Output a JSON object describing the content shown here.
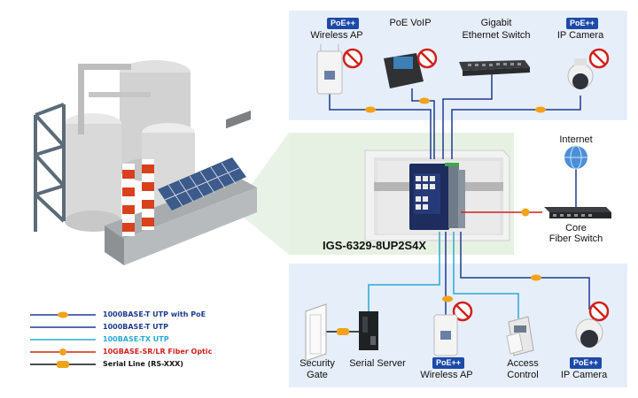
{
  "model": "IGS-6329-8UP2S4X",
  "top": {
    "wireless_ap": {
      "badge": "PoE++",
      "label": "Wireless AP"
    },
    "voip": {
      "label": "PoE VoIP"
    },
    "switch": {
      "label_line1": "Gigabit",
      "label_line2": "Ethernet Switch"
    },
    "camera": {
      "badge": "PoE++",
      "label": "IP Camera"
    }
  },
  "right": {
    "internet": "Internet",
    "core_line1": "Core",
    "core_line2": "Fiber Switch"
  },
  "bottom": {
    "gate_line1": "Security",
    "gate_line2": "Gate",
    "serial_server": "Serial Server",
    "wireless_ap": {
      "badge": "PoE++",
      "label": "Wireless AP"
    },
    "access_line1": "Access",
    "access_line2": "Control",
    "camera": {
      "badge": "PoE++",
      "label": "IP Camera"
    }
  },
  "legend": [
    {
      "text": "1000BASE-T UTP with PoE",
      "color": "#1d3b8f",
      "style": "poe"
    },
    {
      "text": "1000BASE-T UTP",
      "color": "#1d3b8f",
      "style": "plain"
    },
    {
      "text": "100BASE-TX UTP",
      "color": "#2aa9d6",
      "style": "plain"
    },
    {
      "text": "10GBASE-SR/LR Fiber Optic",
      "color": "#d0211c",
      "style": "fiber"
    },
    {
      "text": "Serial Line (RS-XXX)",
      "color": "#111111",
      "style": "serial"
    }
  ],
  "colors": {
    "panel_blue": "#e6eef9",
    "panel_green": "#e7f1e3",
    "poe_line": "#1d3b8f",
    "utp_100": "#2aa9d6",
    "fiber": "#d0211c",
    "badge": "#1d4aa8",
    "poe_dot": "#f2a318"
  }
}
